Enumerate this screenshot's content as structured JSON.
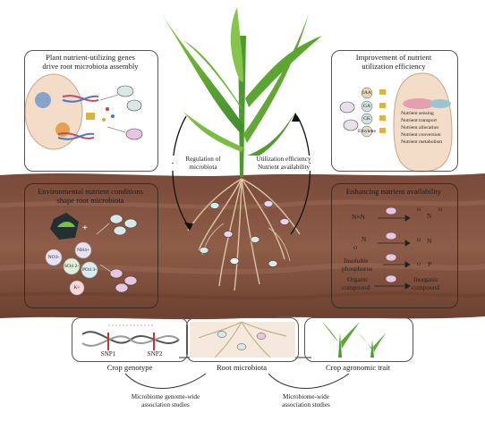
{
  "panels": {
    "top_left": {
      "title_line1": "Plant nutrient-utilizing genes",
      "title_line2": "drive root microbiota assembly"
    },
    "top_right": {
      "title_line1": "Improvement of nutrient",
      "title_line2": "utilization efficiency",
      "hormones": [
        "IAA",
        "GA",
        "CK",
        "Ethylene"
      ],
      "processes": [
        "Nutrient sensing",
        "Nutrient transport",
        "Nutrient allocation",
        "Nutrient conversion",
        "Nutrient metabolism"
      ]
    },
    "middle_left": {
      "title_line1": "Environmental nutrient conditions",
      "title_line2": "shape root microbiota",
      "ions": [
        "NO3-",
        "NH4+",
        "SO4 2-",
        "PO4 3-",
        "K+"
      ]
    },
    "middle_right": {
      "title": "Enhancing nutrient availability",
      "n2": "N≡N",
      "no3_n": "N",
      "no3_o": "O",
      "insoluble_line1": "Insoluble",
      "insoluble_line2": "phosphorus",
      "organic_line1": "Organic",
      "organic_line2": "compound",
      "inorganic_line1": "Inorganic",
      "inorganic_line2": "compound",
      "nh_n": "N",
      "nh_h": "H",
      "p": "P",
      "o": "O"
    }
  },
  "center": {
    "regulation_line1": "Regulation of",
    "regulation_line2": "microbiota",
    "utilization_line1": "Utilization efficiency",
    "utilization_line2": "Nutrient availability"
  },
  "bottom": {
    "snp1": "SNP1",
    "snp2": "SNP2",
    "crop_genotype": "Crop genotype",
    "root_microbiota": "Root microbiota",
    "crop_trait": "Crop agronomic trait",
    "mgwas_line1": "Microbiome genome-wide",
    "mgwas_line2": "association studies",
    "mwas_line1": "Microbiome-wide",
    "mwas_line2": "association studies"
  },
  "colors": {
    "soil_dark": "#5a3a2e",
    "soil_mid": "#8a5a45",
    "leaf_green": "#5fa832",
    "panel_border": "#555555"
  }
}
